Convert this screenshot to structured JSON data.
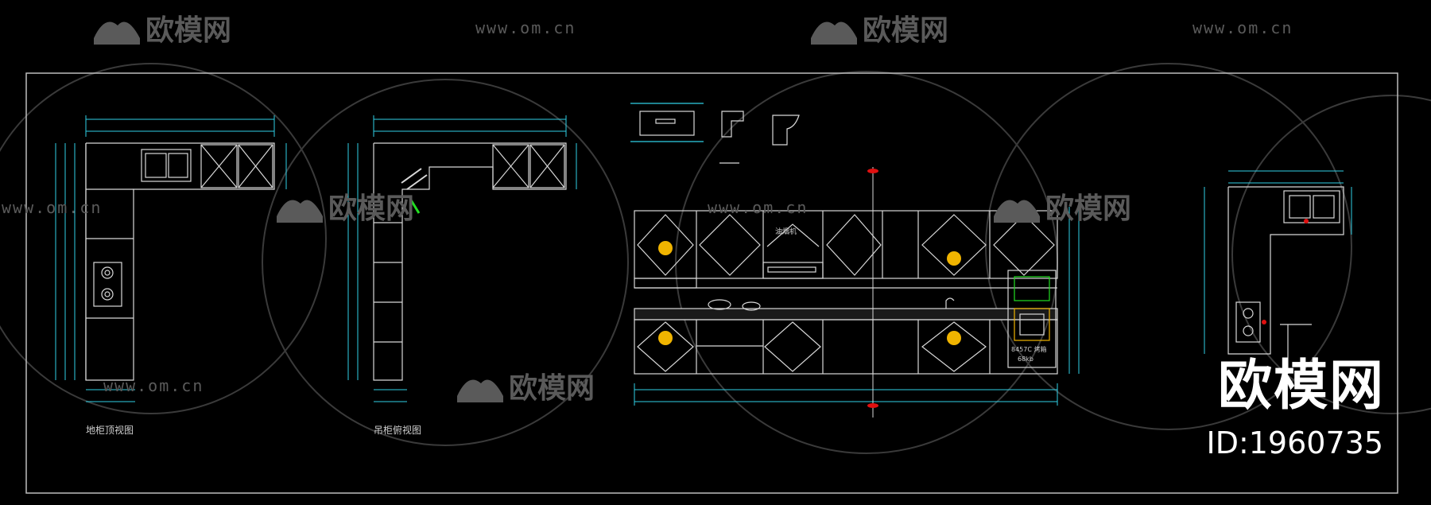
{
  "watermark": {
    "brand": "欧模网",
    "url": "www.om.cn"
  },
  "drawings": {
    "floor_plan_label": "地柜顶视图",
    "wall_plan_label": "吊柜俯视图",
    "appliance_tag_line1": "8457C 烤箱",
    "appliance_tag_line2": "68kb",
    "range_hood_tag": "油烟机"
  },
  "brand_block": {
    "name": "欧模网",
    "id": "ID:1960735"
  },
  "colors": {
    "background": "#000000",
    "line": "#d8d8d8",
    "dimension": "#2fd0e6",
    "accent_yellow": "#f0b400",
    "accent_red": "#e01010",
    "accent_green": "#22e022",
    "watermark": "#5a5a5a"
  }
}
